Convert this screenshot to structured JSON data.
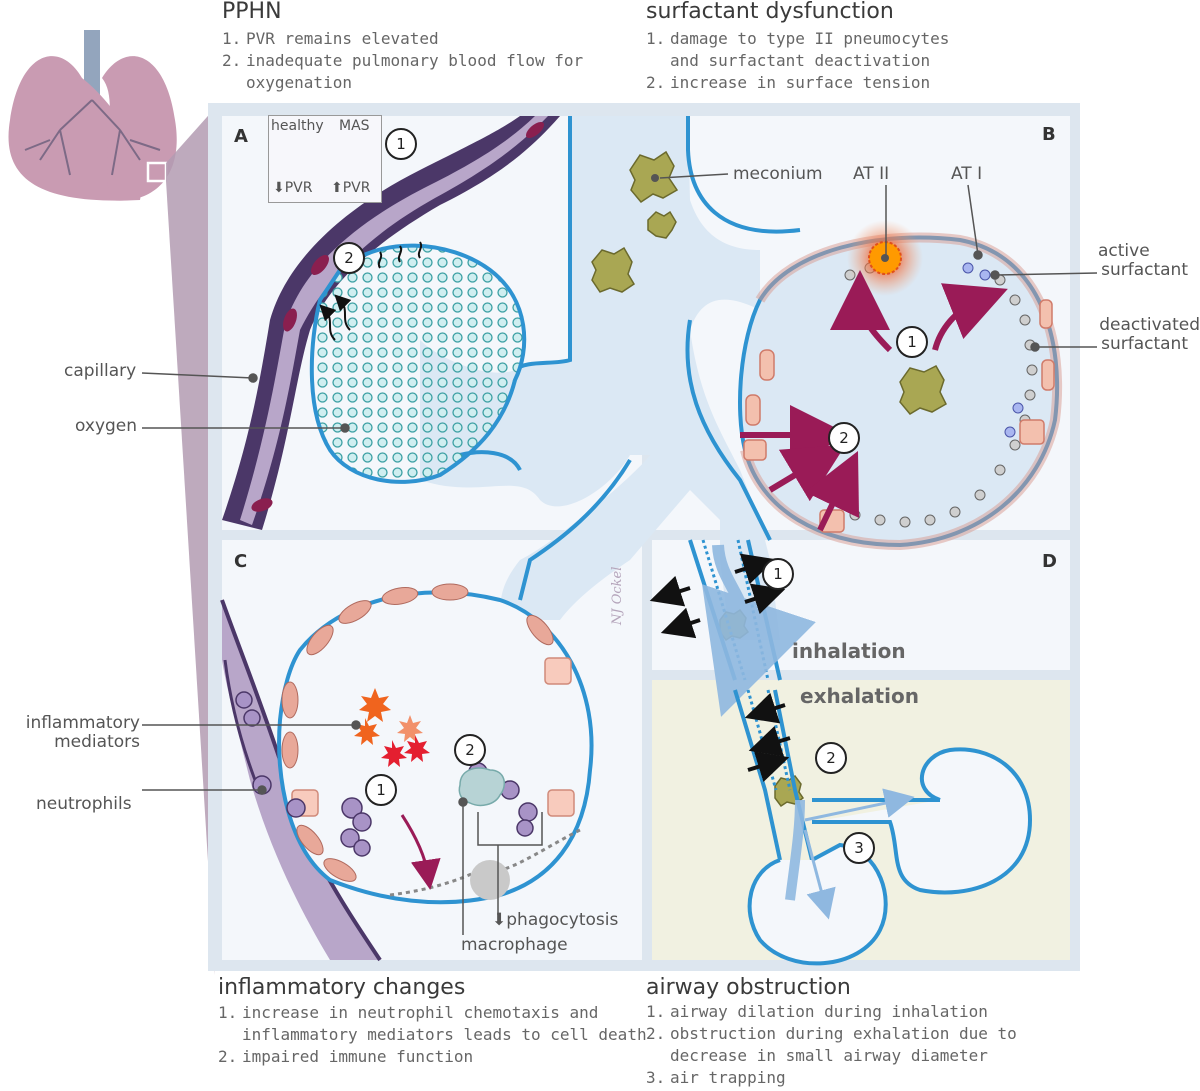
{
  "sections": {
    "pphn": {
      "title": "PPHN",
      "items": [
        {
          "num": "1.",
          "text": "PVR remains elevated"
        },
        {
          "num": "2.",
          "text": "inadequate pulmonary blood flow for",
          "cont": "oxygenation"
        }
      ]
    },
    "surfactant": {
      "title": "surfactant dysfunction",
      "items": [
        {
          "num": "1.",
          "text": "damage to type II pneumocytes",
          "cont": "and surfactant deactivation"
        },
        {
          "num": "2.",
          "text": "increase in surface tension"
        }
      ]
    },
    "inflammatory": {
      "title": "inflammatory changes",
      "items": [
        {
          "num": "1.",
          "text": "increase in neutrophil chemotaxis and",
          "cont": "inflammatory mediators leads to cell death"
        },
        {
          "num": "2.",
          "text": "impaired immune function"
        }
      ]
    },
    "airway": {
      "title": "airway obstruction",
      "items": [
        {
          "num": "1.",
          "text": "airway dilation during inhalation"
        },
        {
          "num": "2.",
          "text": "obstruction during exhalation due to",
          "cont": "decrease in small airway diameter"
        },
        {
          "num": "3.",
          "text": "air trapping"
        }
      ]
    }
  },
  "panels": {
    "a": "A",
    "b": "B",
    "c": "C",
    "d": "D"
  },
  "legend": {
    "healthy": "healthy",
    "mas": "MAS",
    "healthy_pvr": "PVR",
    "mas_pvr": "PVR"
  },
  "labels": {
    "capillary": "capillary",
    "oxygen": "oxygen",
    "meconium": "meconium",
    "at2": "AT II",
    "at1": "AT I",
    "active_surfactant": [
      "active",
      "surfactant"
    ],
    "deactivated_surfactant": [
      "deactivated",
      "surfactant"
    ],
    "inflammatory_mediators": [
      "inflammatory",
      "mediators"
    ],
    "neutrophils": "neutrophils",
    "phagocytosis": "phagocytosis",
    "macrophage": "macrophage",
    "inhalation": "inhalation",
    "exhalation": "exhalation",
    "signature": "NJ Ockel"
  },
  "markers": {
    "a1": "1",
    "a2": "2",
    "b1": "1",
    "b2": "2",
    "c1": "1",
    "c2": "2",
    "d1": "1",
    "d2": "2",
    "d3": "3"
  },
  "colors": {
    "airway_blue": "#2e93d1",
    "panel_bg": "#eef3f8",
    "frame": "#dde6ef",
    "vessel_dark": "#4b3768",
    "vessel_light": "#b8a6c9",
    "meconium": "#a9a753",
    "arrow_magenta": "#9a1b57",
    "exhalation_bg": "#f1f1e1",
    "lung": "#c99bb2",
    "trachea": "#93a5bd"
  }
}
